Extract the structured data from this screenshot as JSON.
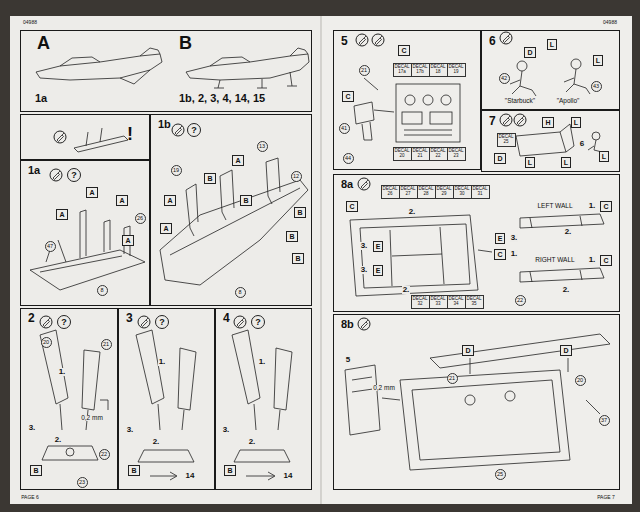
{
  "diagram": {
    "nodes": [
      {
        "text": [
          "A",
          "B",
          "1a",
          "1b, 2, 3, 4, 14, 15"
        ]
      },
      {
        "text": [
          "!"
        ]
      },
      {
        "text": [
          "1a"
        ]
      },
      {
        "text": [
          "1b"
        ]
      },
      {
        "text": [
          "2"
        ]
      },
      {
        "text": [
          "3"
        ]
      },
      {
        "text": [
          "4"
        ]
      },
      {
        "text": [
          "5"
        ]
      },
      {
        "text": [
          "6"
        ]
      },
      {
        "text": [
          "7"
        ]
      },
      {
        "text": [
          "8a"
        ]
      },
      {
        "text": [
          "8b"
        ]
      }
    ],
    "labels": [
      "04988",
      "?",
      "A",
      "A",
      "A",
      "A",
      "47",
      "26",
      "8",
      "?",
      "19",
      "A",
      "A",
      "B",
      "A",
      "13",
      "B",
      "12",
      "B",
      "B",
      "B",
      "8",
      "?",
      "20",
      "21",
      "1.",
      "0,2 mm",
      "3.",
      "2.",
      "22",
      "B",
      "23",
      "?",
      "1.",
      "3.",
      "2.",
      "B",
      "14",
      "?",
      "1.",
      "3.",
      "2.",
      "B",
      "14",
      "PAGE 6",
      "04988",
      "C",
      "21",
      "C",
      "DECAL 17a",
      "DECAL 17b",
      "DECAL 18",
      "DECAL 19",
      "41",
      "44",
      "DECAL 20",
      "DECAL 21",
      "DECAL 22",
      "DECAL 23",
      "D",
      "L",
      "L",
      "42",
      "43",
      "\"Starbuck\"",
      "\"Apollo\"",
      "DECAL 25",
      "H",
      "L",
      "6",
      "D",
      "L",
      "L",
      "L",
      "DECAL 26",
      "DECAL 27",
      "DECAL 28",
      "DECAL 29",
      "DECAL 30",
      "DECAL 31",
      "C",
      "2.",
      "LEFT WALL",
      "1.",
      "C",
      "2.",
      "3.",
      "E",
      "E",
      "3.",
      "C",
      "1.",
      "3.",
      "E",
      "RIGHT WALL",
      "1.",
      "C",
      "2.",
      "2.",
      "DECAL 32",
      "DECAL 33",
      "DECAL 34",
      "DECAL 35",
      "22",
      "5",
      "0,2 mm",
      "D",
      "D",
      "21",
      "20",
      "37",
      "25",
      "PAGE 7"
    ]
  }
}
